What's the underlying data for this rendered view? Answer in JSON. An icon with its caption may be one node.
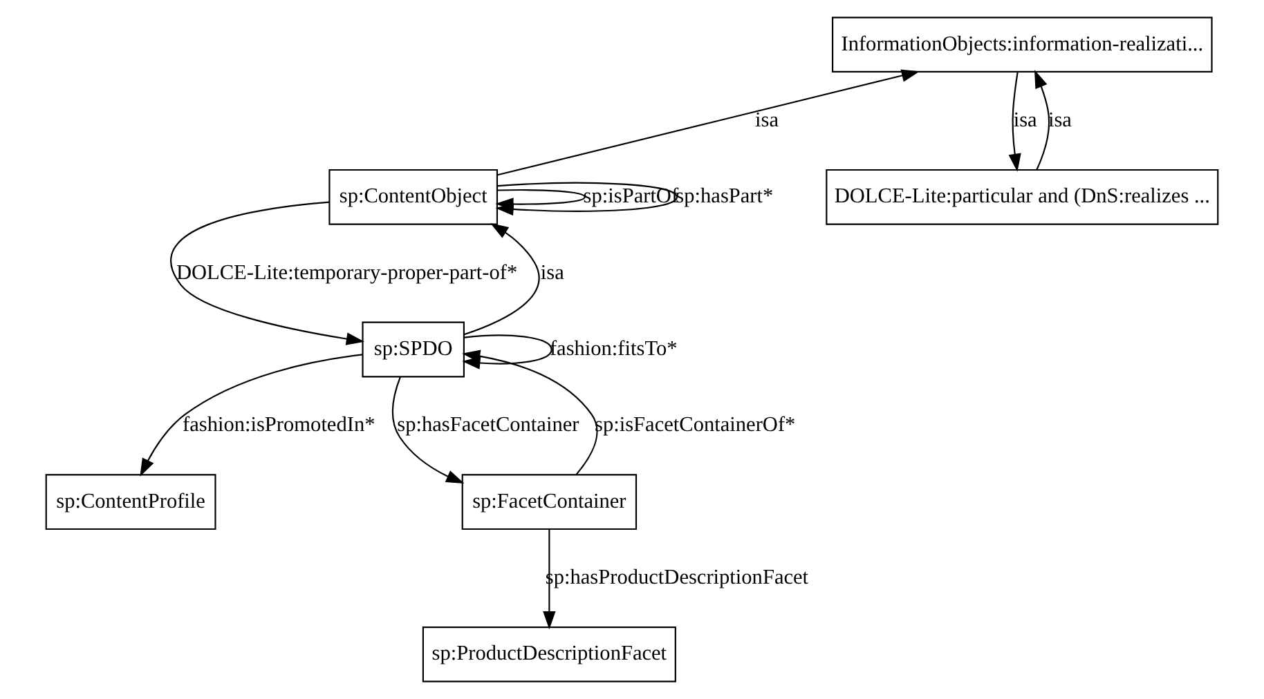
{
  "diagram": {
    "nodes": [
      {
        "text": [
          "InformationObjects:information-realizati..."
        ]
      },
      {
        "text": [
          "sp:ContentObject"
        ]
      },
      {
        "text": [
          "DOLCE-Lite:particular and (DnS:realizes ..."
        ]
      },
      {
        "text": [
          "sp:SPDO"
        ]
      },
      {
        "text": [
          "sp:ContentProfile"
        ]
      },
      {
        "text": [
          "sp:FacetContainer"
        ]
      },
      {
        "text": [
          "sp:ProductDescriptionFacet"
        ]
      }
    ],
    "edges": [
      {
        "from": 1,
        "to": 0,
        "arrow": "to",
        "label": "isa"
      },
      {
        "from": 2,
        "to": 0,
        "arrow": "to",
        "label": "isa"
      },
      {
        "from": 0,
        "to": 2,
        "arrow": "to",
        "label": "isa"
      },
      {
        "from": 1,
        "to": 1,
        "arrow": "to",
        "label": "sp:isPartOf"
      },
      {
        "from": 1,
        "to": 1,
        "arrow": "to",
        "label": "sp:hasPart*"
      },
      {
        "from": 3,
        "to": 1,
        "arrow": "to",
        "label": "isa"
      },
      {
        "from": 1,
        "to": 3,
        "arrow": "to",
        "label": "DOLCE-Lite:temporary-proper-part-of*"
      },
      {
        "from": 3,
        "to": 3,
        "arrow": "to",
        "label": "fashion:fitsTo*"
      },
      {
        "from": 3,
        "to": 4,
        "arrow": "to",
        "label": "fashion:isPromotedIn*"
      },
      {
        "from": 3,
        "to": 5,
        "arrow": "to",
        "label": "sp:hasFacetContainer"
      },
      {
        "from": 5,
        "to": 3,
        "arrow": "to",
        "label": "sp:isFacetContainerOf*"
      },
      {
        "from": 5,
        "to": 6,
        "arrow": "to",
        "label": "sp:hasProductDescriptionFacet"
      }
    ]
  }
}
